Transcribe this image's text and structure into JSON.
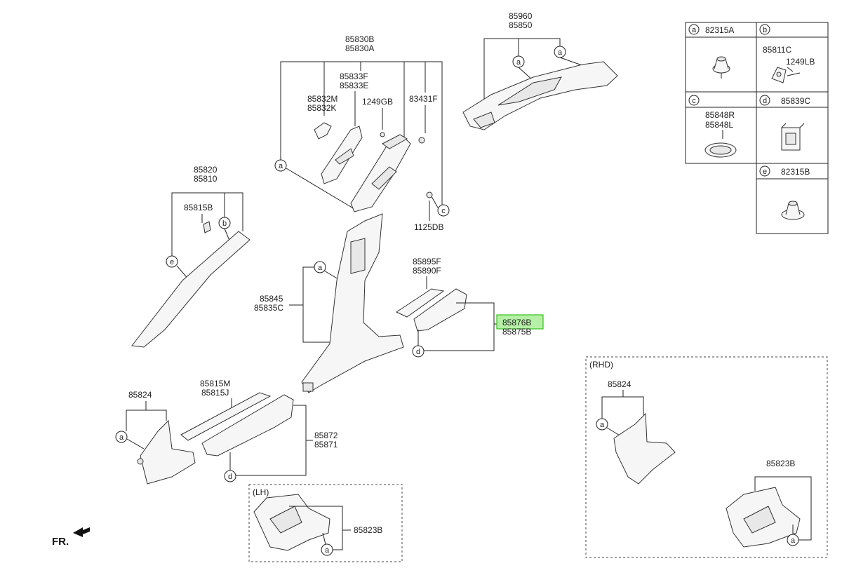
{
  "parts": {
    "p85830": [
      "85830B",
      "85830A"
    ],
    "p85960": [
      "85960",
      "85850"
    ],
    "p85833": [
      "85833F",
      "85833E"
    ],
    "p85832": [
      "85832M",
      "85832K"
    ],
    "p1249GB": "1249GB",
    "p83431F": "83431F",
    "p1125DB": "1125DB",
    "p85820": [
      "85820",
      "85810"
    ],
    "p85815B": "85815B",
    "p85845": [
      "85845",
      "85835C"
    ],
    "p85895": [
      "85895F",
      "85890F"
    ],
    "p85876": [
      "85876B",
      "85875B"
    ],
    "p85824": "85824",
    "p85815M": [
      "85815M",
      "85815J"
    ],
    "p85872": [
      "85872",
      "85871"
    ],
    "p85823B": "85823B",
    "rhd_85824": "85824",
    "rhd_85823B": "85823B"
  },
  "sections": {
    "lh": "(LH)",
    "rhd": "(RHD)"
  },
  "front_marker": "FR.",
  "legend": {
    "a": {
      "letter": "a",
      "part": "82315A"
    },
    "b": {
      "letter": "b",
      "parts": [
        "85811C",
        "1249LB"
      ]
    },
    "c": {
      "letter": "c",
      "parts": [
        "85848R",
        "85848L"
      ]
    },
    "d": {
      "letter": "d",
      "part": "85839C"
    },
    "e": {
      "letter": "e",
      "part": "82315B"
    }
  },
  "callouts": [
    "a",
    "b",
    "c",
    "d",
    "e"
  ],
  "highlight_color": "#35c21c"
}
